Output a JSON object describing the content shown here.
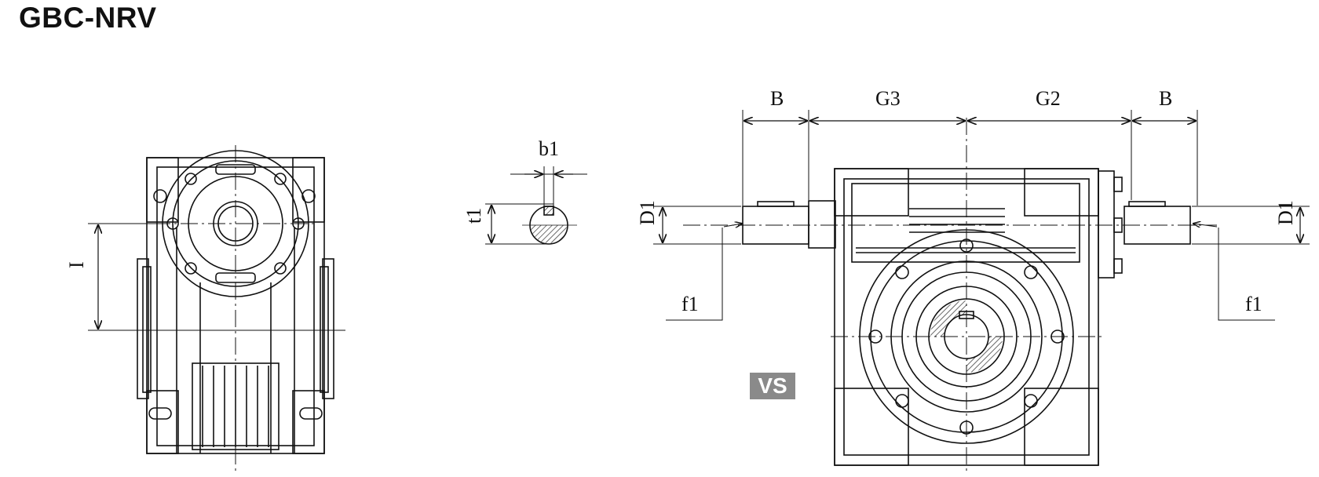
{
  "title": "GBC-NRV",
  "watermark": "VS",
  "labels": {
    "I": "I",
    "b1": "b1",
    "t1": "t1",
    "D1": "D1",
    "f1": "f1",
    "B": "B",
    "G3": "G3",
    "G2": "G2"
  }
}
